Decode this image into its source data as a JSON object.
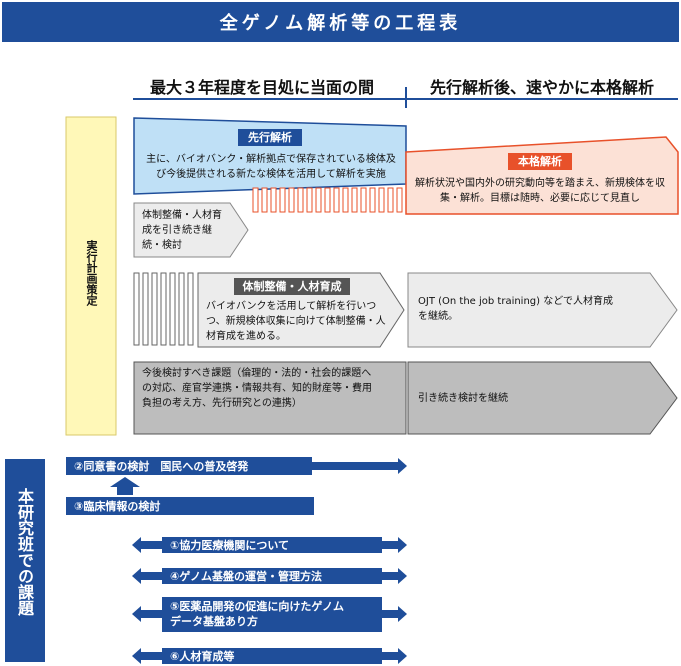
{
  "title": "全ゲノム解析等の工程表",
  "periods": {
    "left": "最大３年程度を目処に当面の間",
    "right": "先行解析後、速やかに本格解析"
  },
  "side_label_top": "実行計画策定",
  "side_label_bottom": "本研究班での課題",
  "sentaku": {
    "label": "先行解析",
    "text": "主に、バイオバンク・解析拠点で保存されている検体及び今後提供される新たな検体を活用して解析を実施"
  },
  "honkaku": {
    "label": "本格解析",
    "text": "解析状況や国内外の研究動向等を踏まえ、新規検体を収集・解析。目標は随時、必要に応じて見直し"
  },
  "taisei_small": {
    "text": "体制整備・人材育成を引き続き継続・検討"
  },
  "taisei": {
    "label": "体制整備・人材育成",
    "text": "バイオバンクを活用して解析を行いつつ、新規検体収集に向けて体制整備・人材育成を進める。"
  },
  "ojt": {
    "text": "OJT (On the job training) などで人材育成を継続。"
  },
  "kentou": {
    "text": "今後検討すべき課題（倫理的・法的・社会的課題への対応、産官学連携・情報共有、知的財産等・費用負担の考え方、先行研究との連携）"
  },
  "kentou_right": {
    "text": "引き続き検討を継続"
  },
  "tasks": [
    {
      "label": "②同意書の検討　国民への普及啓発"
    },
    {
      "label": "③臨床情報の検討"
    },
    {
      "label": "①協力医療機関について"
    },
    {
      "label": "④ゲノム基盤の運営・管理方法"
    },
    {
      "label": "⑤医薬品開発の促進に向けたゲノムデータ基盤あり方"
    },
    {
      "label": "⑥人材育成等"
    }
  ],
  "colors": {
    "navy": "#1f4e9a",
    "light_blue": "#bfe0f6",
    "salmon": "#fce1d6",
    "orange": "#e8512a",
    "gray": "#bdbdbd",
    "light_gray": "#ececec",
    "yellow": "#fff8b8"
  }
}
